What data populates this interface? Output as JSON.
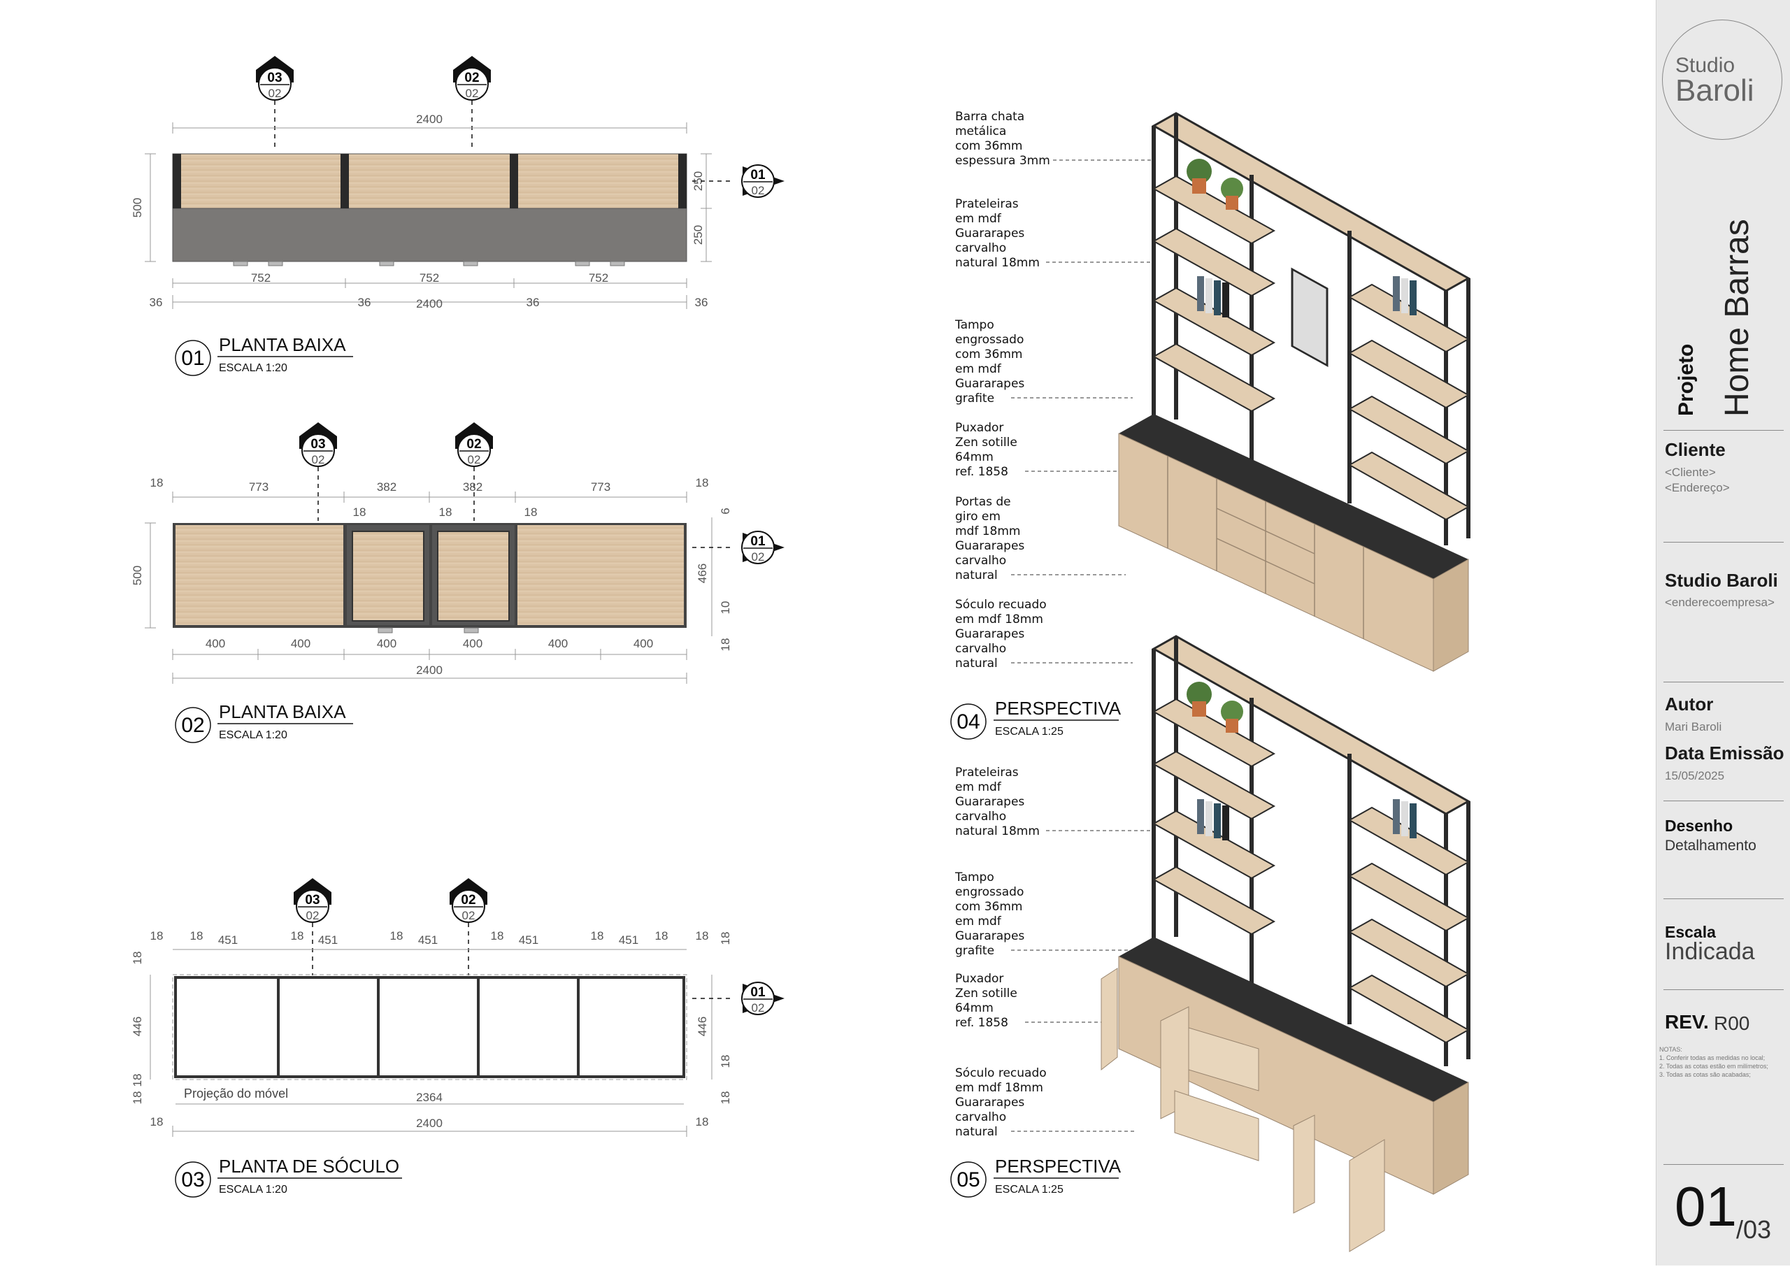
{
  "views": [
    {
      "num": "01",
      "title": "PLANTA BAIXA",
      "scale": "ESCALA 1:20"
    },
    {
      "num": "02",
      "title": "PLANTA BAIXA",
      "scale": "ESCALA 1:20"
    },
    {
      "num": "03",
      "title": "PLANTA DE SÓCULO",
      "scale": "ESCALA 1:20"
    },
    {
      "num": "04",
      "title": "PERSPECTIVA",
      "scale": "ESCALA 1:25"
    },
    {
      "num": "05",
      "title": "PERSPECTIVA",
      "scale": "ESCALA 1:25"
    }
  ],
  "markers": {
    "m03": {
      "top": "03",
      "bottom": "02"
    },
    "m02": {
      "top": "02",
      "bottom": "02"
    },
    "m01": {
      "top": "01",
      "bottom": "02"
    }
  },
  "plan1": {
    "total_top": "2400",
    "height": "500",
    "h_top": "250",
    "h_bottom": "250",
    "segs": [
      "752",
      "752",
      "752"
    ],
    "ends": [
      "36",
      "36",
      "36",
      "36"
    ],
    "total_bottom": "2400"
  },
  "plan2": {
    "top_dims": [
      "18",
      "773",
      "382",
      "382",
      "773",
      "18"
    ],
    "inner": [
      "18",
      "18",
      "18"
    ],
    "height": "500",
    "right_dims": [
      "6",
      "466",
      "10",
      "18"
    ],
    "bottom_segs": [
      "400",
      "400",
      "400",
      "400",
      "400",
      "400"
    ],
    "total": "2400"
  },
  "plan3": {
    "top_dims": [
      "18",
      "18",
      "451",
      "18",
      "451",
      "18",
      "451",
      "18",
      "451",
      "18",
      "451",
      "18",
      "18"
    ],
    "left_dims": [
      "18",
      "446",
      "18",
      "18"
    ],
    "right_dims": [
      "18",
      "446",
      "18",
      "18"
    ],
    "projection_label": "Projeção do móvel",
    "inner_total": "2364",
    "bottom_ends": [
      "18",
      "18"
    ],
    "total": "2400"
  },
  "notes4": [
    [
      "Barra chata",
      "metálica",
      "com 36mm",
      "espessura 3mm"
    ],
    [
      "Prateleiras",
      "em mdf",
      "Guararapes",
      "carvalho",
      "natural 18mm"
    ],
    [
      "Tampo",
      "engrossado",
      "com 36mm",
      "em mdf",
      "Guararapes",
      "grafite"
    ],
    [
      "Puxador",
      "Zen sotille",
      "64mm",
      "ref. 1858"
    ],
    [
      "Portas de",
      "giro em",
      "mdf 18mm",
      "Guararapes",
      "carvalho",
      "natural"
    ],
    [
      "Sóculo recuado",
      "em mdf 18mm",
      "Guararapes",
      "carvalho",
      "natural"
    ]
  ],
  "notes5": [
    [
      "Prateleiras",
      "em mdf",
      "Guararapes",
      "carvalho",
      "natural 18mm"
    ],
    [
      "Tampo",
      "engrossado",
      "com 36mm",
      "em mdf",
      "Guararapes",
      "grafite"
    ],
    [
      "Puxador",
      "Zen sotille",
      "64mm",
      "ref. 1858"
    ],
    [
      "Sóculo recuado",
      "em mdf 18mm",
      "Guararapes",
      "carvalho",
      "natural"
    ]
  ],
  "titleblock": {
    "logo_line1": "Studio",
    "logo_line2": "Baroli",
    "project_label": "Projeto",
    "project_name": "Home Barras",
    "client_label": "Cliente",
    "client_name": "<Cliente>",
    "client_address": "<Endereço>",
    "company": "Studio Baroli",
    "company_address": "<enderecoempresa>",
    "author_label": "Autor",
    "author": "Mari Baroli",
    "date_label": "Data Emissão",
    "date": "15/05/2025",
    "drawing_label": "Desenho",
    "drawing": "Detalhamento",
    "scale_label": "Escala",
    "scale": "Indicada",
    "rev_label": "REV.",
    "rev": "R00",
    "notes_title": "NOTAS:",
    "notes": [
      "1. Conferir todas as medidas no local;",
      "2. Todas as cotas estão em milímetros;",
      "3. Todas as cotas são acabadas;"
    ],
    "sheet": "01",
    "sheet_total": "/03"
  },
  "colors": {
    "wood": "#dcc4a6",
    "graphite": "#7a7876",
    "metal": "#2a2a2a",
    "titleblock_bg": "#e9e9e9"
  }
}
